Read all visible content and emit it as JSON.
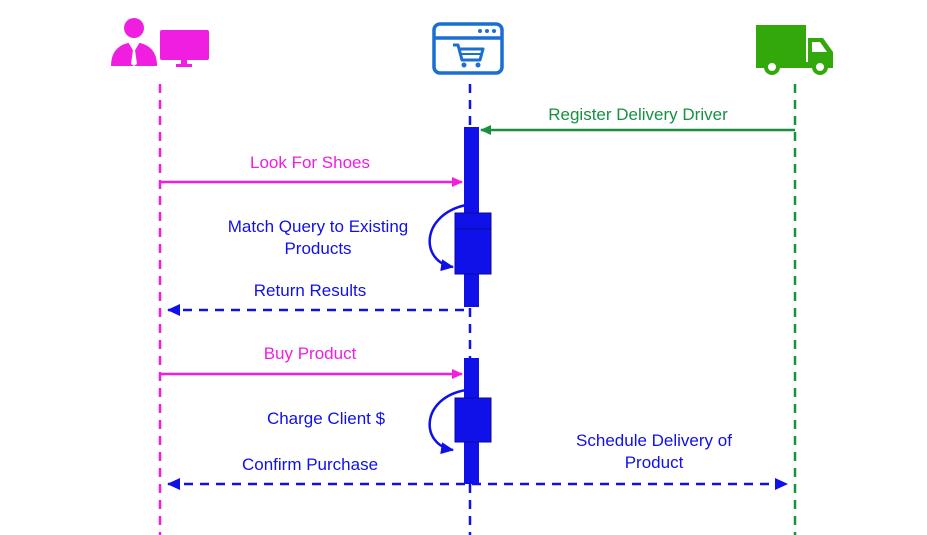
{
  "colors": {
    "customer": "#f01ee0",
    "server": "#1010e8",
    "driver": "#189040",
    "icon_blue": "#1a6fd1",
    "truck_green": "#33a80a"
  },
  "participants": [
    {
      "id": "customer",
      "icon": "user-at-computer-icon"
    },
    {
      "id": "store",
      "icon": "browser-shopping-cart-icon"
    },
    {
      "id": "driver",
      "icon": "delivery-truck-icon"
    }
  ],
  "messages": {
    "register_driver": "Register Delivery Driver",
    "look_for_shoes": "Look For Shoes",
    "match_query_line1": "Match Query to Existing",
    "match_query_line2": "Products",
    "return_results": "Return Results",
    "buy_product": "Buy Product",
    "charge_client": "Charge Client $",
    "schedule_delivery_line1": "Schedule Delivery of",
    "schedule_delivery_line2": "Product",
    "confirm_purchase": "Confirm Purchase"
  }
}
